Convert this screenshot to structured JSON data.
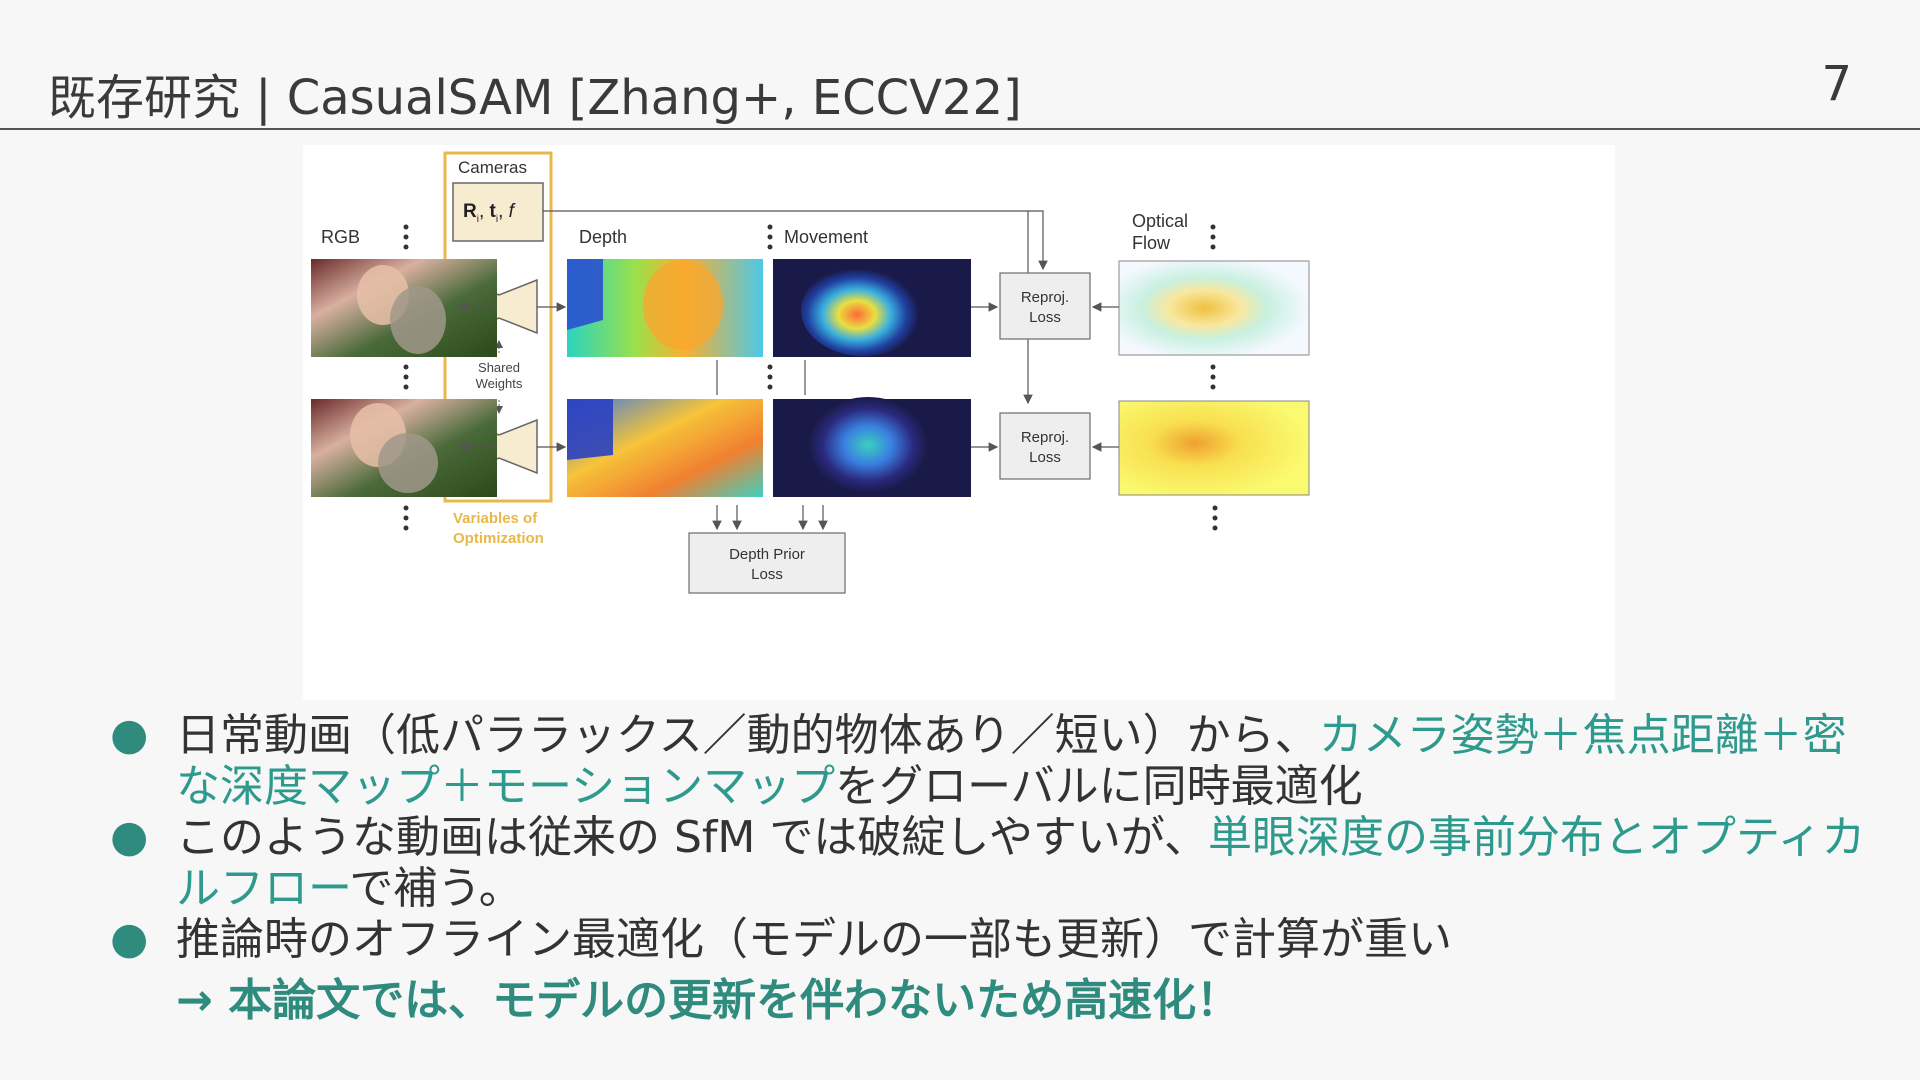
{
  "slide": {
    "title": "既存研究 | CasualSAM [Zhang+, ECCV22]",
    "page_number": "7"
  },
  "figure": {
    "labels": {
      "cameras": "Cameras",
      "cam_params": "R",
      "cam_t": "t",
      "cam_f": "f",
      "cam_sub": "i",
      "rgb": "RGB",
      "depth": "Depth",
      "movement": "Movement",
      "optical_line1": "Optical",
      "optical_line2": "Flow",
      "shared_line1": "Shared",
      "shared_line2": "Weights",
      "reproj_line1": "Reproj.",
      "reproj_line2": "Loss",
      "vars_line1": "Variables of",
      "vars_line2": "Optimization",
      "depthprior_line1": "Depth Prior",
      "depthprior_line2": "Loss"
    },
    "colors": {
      "optimization_yellow": "#e8b84a",
      "box_fill": "#f7ecd0",
      "loss_box": "#eeeeee"
    }
  },
  "bullets": [
    {
      "parts": [
        {
          "text": "日常動画（低パララックス／動的物体あり／短い）から、",
          "accent": false
        },
        {
          "text": "カメラ姿勢＋焦点距離＋密な深度マップ＋モーションマップ",
          "accent": true
        },
        {
          "text": "をグローバルに同時最適化",
          "accent": false
        }
      ]
    },
    {
      "parts": [
        {
          "text": "このような動画は従来の SfM では破綻しやすいが、",
          "accent": false
        },
        {
          "text": "単眼深度の事前分布とオプティカルフロー",
          "accent": true
        },
        {
          "text": "で補う。",
          "accent": false
        }
      ]
    },
    {
      "parts": [
        {
          "text": "推論時のオフライン最適化（モデルの一部も更新）で計算が重い",
          "accent": false
        }
      ]
    }
  ],
  "conclusion": "→ 本論文では、モデルの更新を伴わないため高速化！",
  "accent_color": "#2e9a8e"
}
